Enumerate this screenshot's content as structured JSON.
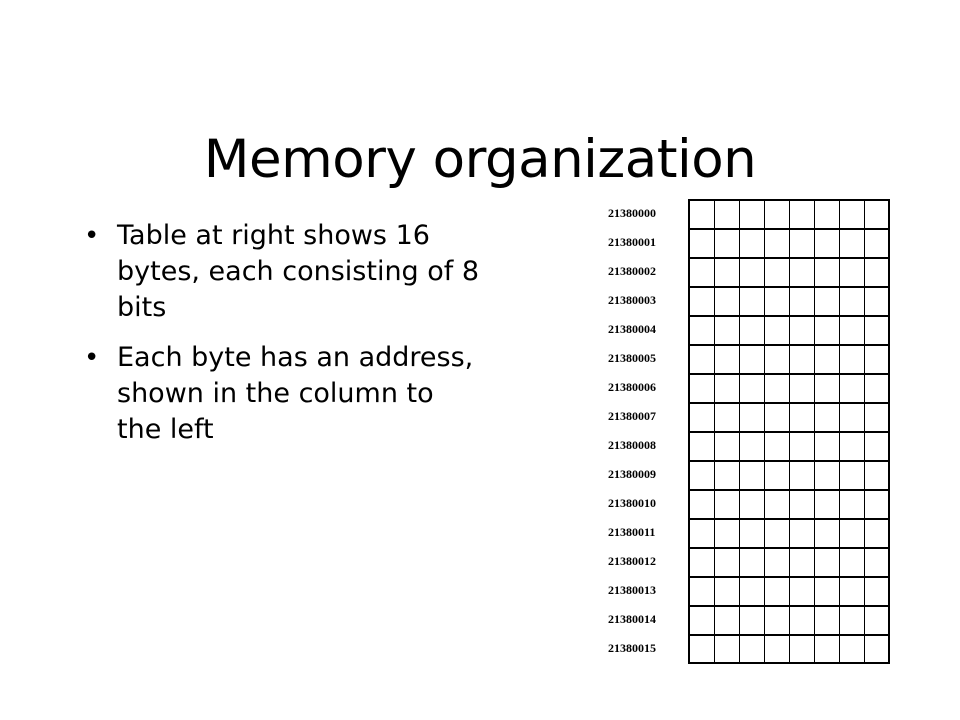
{
  "slide": {
    "title": "Memory organization",
    "bullets": [
      "Table at right shows 16 bytes, each consisting of 8 bits",
      "Each byte has an address, shown in the column to the left"
    ]
  },
  "memory_table": {
    "bits_per_byte": 8,
    "addresses": [
      "21380000",
      "21380001",
      "21380002",
      "21380003",
      "21380004",
      "21380005",
      "21380006",
      "21380007",
      "21380008",
      "21380009",
      "21380010",
      "21380011",
      "21380012",
      "21380013",
      "21380014",
      "21380015"
    ]
  }
}
